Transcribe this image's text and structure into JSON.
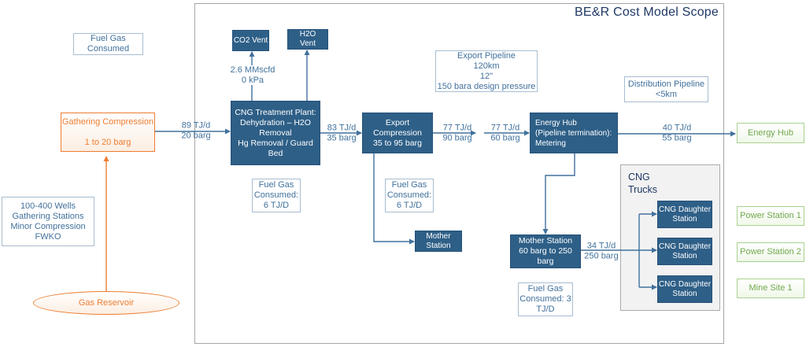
{
  "title": "BE&R Cost Model Scope",
  "colors": {
    "process_fill": "#2E5F87",
    "line_blue": "#41719C",
    "accent_orange": "#ED7D31",
    "dest_green_border": "#A9D18E",
    "dest_green_text": "#71A84F",
    "scope_border": "#A6A6A6",
    "title_navy": "#1F3864",
    "container_grey": "#F2F2F2"
  },
  "nodes": {
    "fuel_gas_note_top": "Fuel Gas\nConsumed",
    "gathering_compression": "Gathering Compression\n\n1 to 20 barg",
    "wells": "100-400 Wells\nGathering Stations\nMinor Compression\nFWKO",
    "gas_reservoir": "Gas Reservoir",
    "co2_vent": "CO2 Vent",
    "h2o_vent": "H2O\nVent",
    "vent_rate": "2.6 MMscfd\n0 kPa",
    "treatment_plant": "CNG Treatment Plant:\nDehydration – H2O\nRemoval\nHg Removal / Guard\nBed",
    "fuel_gas_treatment": "Fuel Gas\nConsumed:\n6 TJ/D",
    "export_compression": "Export\nCompression\n35 to 95 barg",
    "fuel_gas_export": "Fuel Gas\nConsumed:\n6 TJ/D",
    "export_pipeline": "Export Pipeline\n120km\n12\"\n150 bara design pressure",
    "energy_hub_metering": "Energy Hub\n(Pipeline termination):\nMetering",
    "distribution_pipeline": "Distribution Pipeline\n<5km",
    "mother_station": "Mother\nStation",
    "mother_station_250": "Mother Station\n60 barg to 250\nbarg",
    "fuel_gas_mother": "Fuel Gas\nConsumed: 3\nTJ/D",
    "cng_trucks": "CNG\nTrucks",
    "daughter_stations": [
      "CNG Daughter\nStation",
      "CNG Daughter\nStation",
      "CNG Daughter\nStation"
    ],
    "energy_hub_dest": "Energy Hub",
    "power_station_1": "Power Station 1",
    "power_station_2": "Power Station 2",
    "mine_site_1": "Mine Site 1"
  },
  "flows": {
    "gathering_to_treatment": "89 TJ/d\n20 barg",
    "treatment_to_export": "83 TJ/d\n35 barg",
    "export_to_pipeline": "77 TJ/d\n90 barg",
    "pipeline_to_hub": "77 TJ/d\n60 barg",
    "hub_to_energy_hub": "40 TJ/d\n55 barg",
    "mother_to_daughters": "34 TJ/d\n250 barg"
  }
}
